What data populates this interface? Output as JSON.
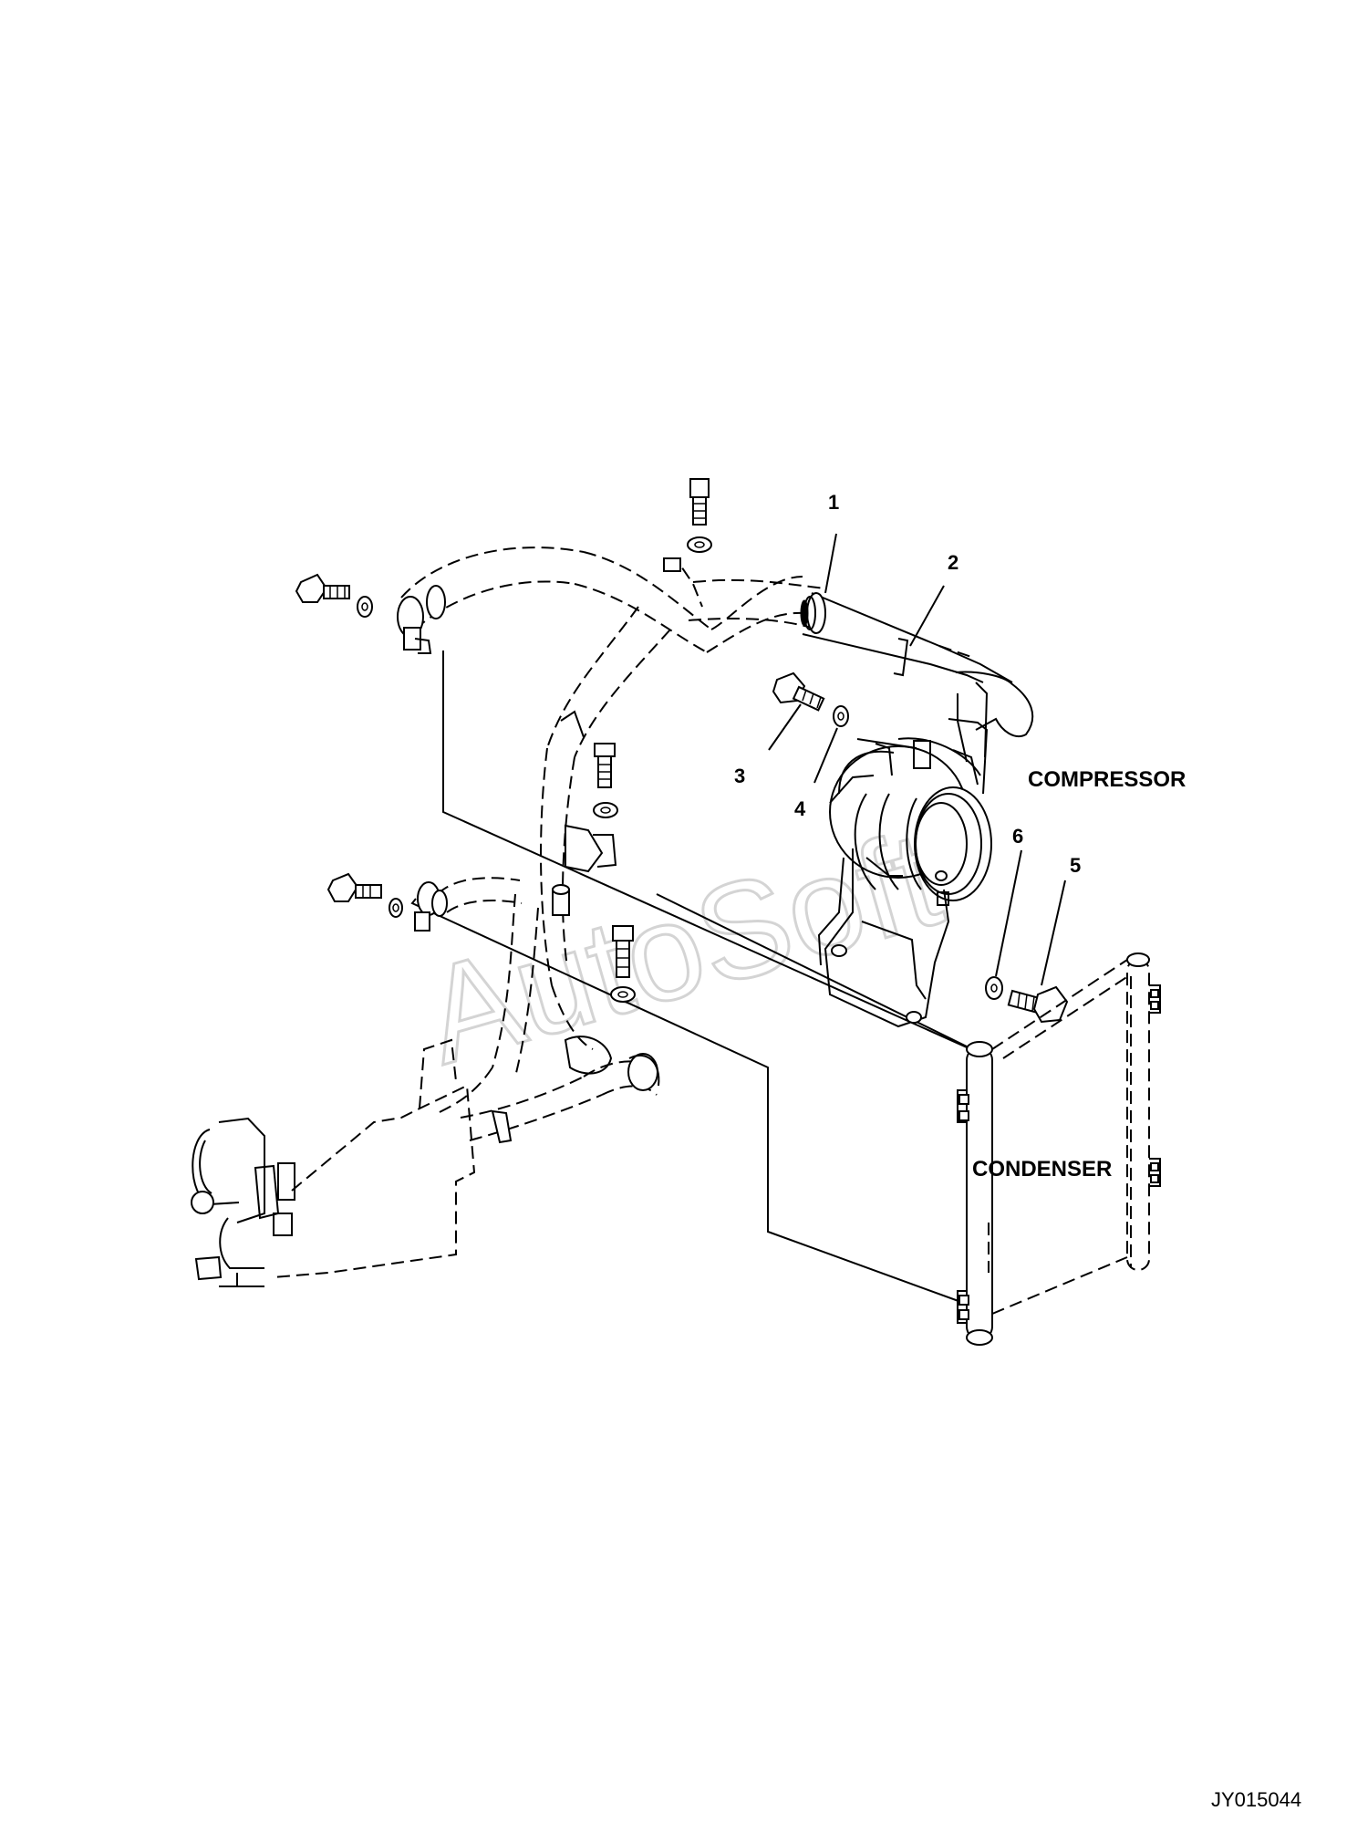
{
  "diagram": {
    "callouts": [
      {
        "number": "1"
      },
      {
        "number": "2"
      },
      {
        "number": "3"
      },
      {
        "number": "4"
      },
      {
        "number": "5"
      },
      {
        "number": "6"
      }
    ],
    "labels": {
      "compressor": "COMPRESSOR",
      "condenser": "CONDENSER"
    },
    "watermark": "AutoSoft",
    "drawing_id": "JY015044"
  }
}
